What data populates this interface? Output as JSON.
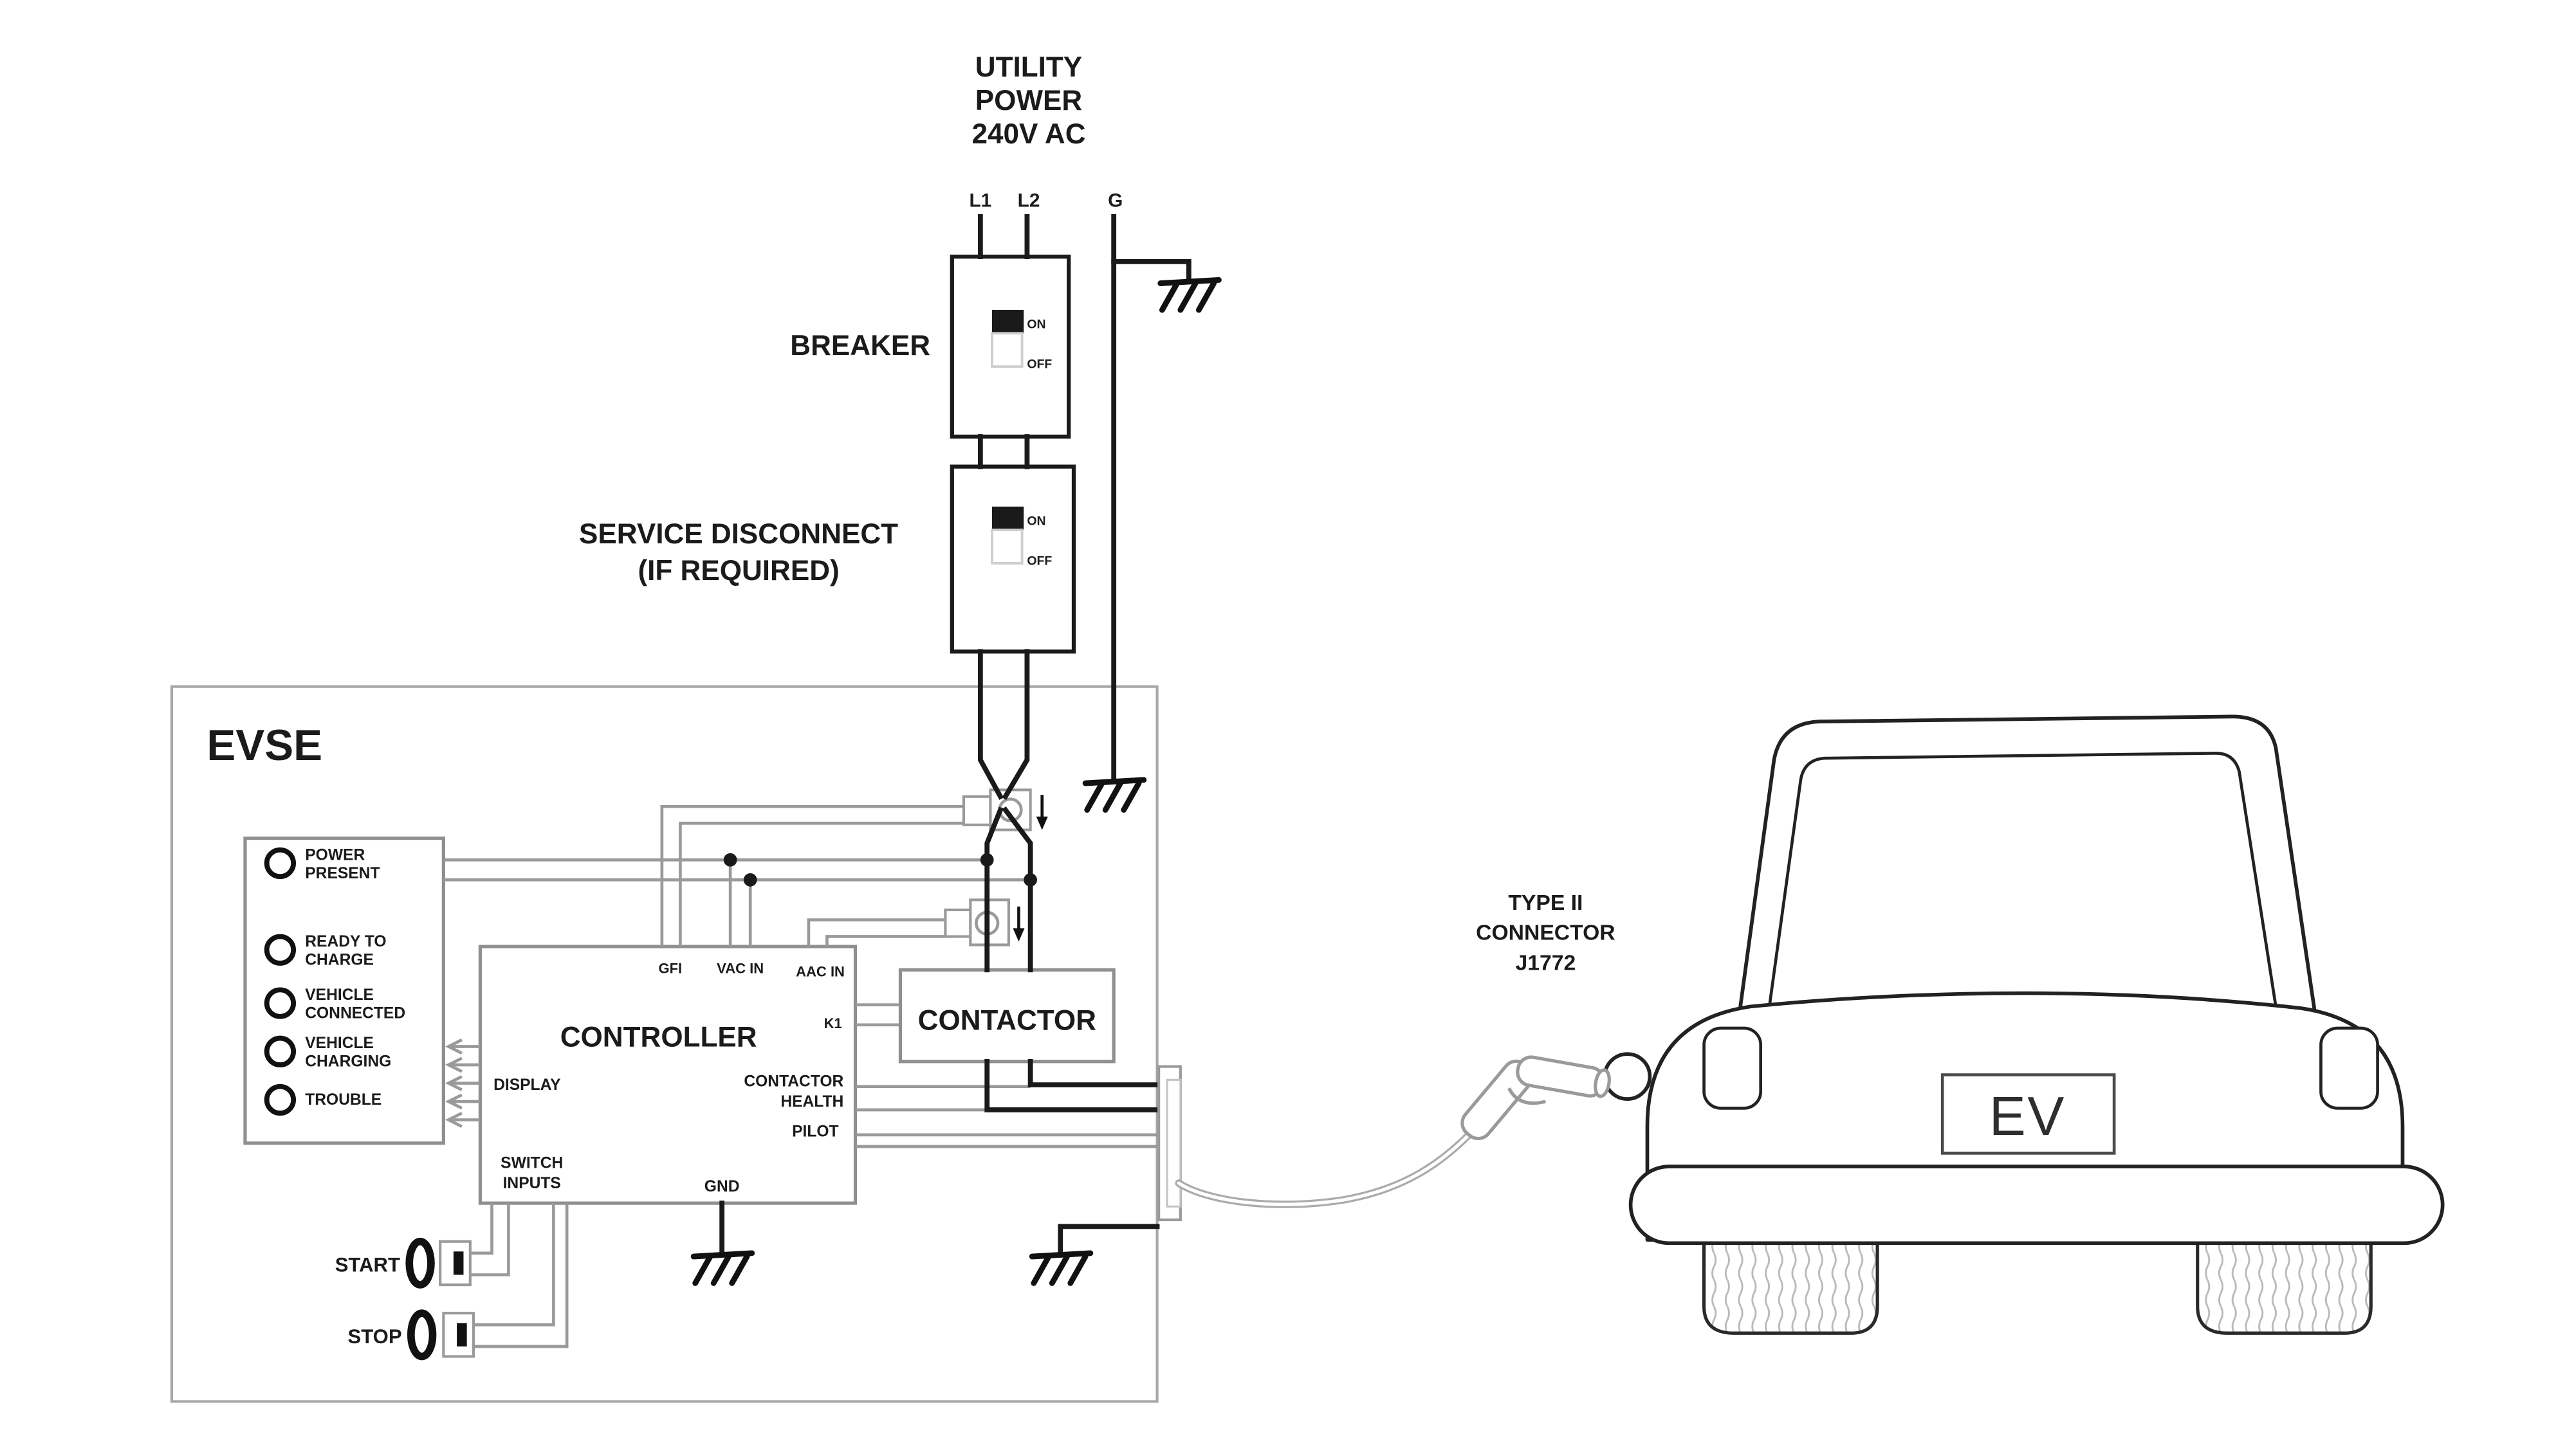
{
  "title_block": {
    "line1": "UTILITY",
    "line2": "POWER",
    "line3": "240V AC"
  },
  "terminals": {
    "l1": "L1",
    "l2": "L2",
    "ground": "G"
  },
  "breaker": {
    "label": "BREAKER",
    "on": "ON",
    "off": "OFF"
  },
  "disconnect": {
    "label_line1": "SERVICE DISCONNECT",
    "label_line2": "(IF REQUIRED)",
    "on": "ON",
    "off": "OFF"
  },
  "evse": {
    "label": "EVSE"
  },
  "status_leds": [
    {
      "line1": "POWER",
      "line2": "PRESENT"
    },
    {
      "line1": "READY TO",
      "line2": "CHARGE"
    },
    {
      "line1": "VEHICLE",
      "line2": "CONNECTED"
    },
    {
      "line1": "VEHICLE",
      "line2": "CHARGING"
    },
    {
      "line1": "TROUBLE",
      "line2": ""
    }
  ],
  "controller": {
    "label": "CONTROLLER",
    "gfi": "GFI",
    "vac_in": "VAC IN",
    "aac_in": "AAC IN",
    "k1": "K1",
    "display": "DISPLAY",
    "contactor_health_line1": "CONTACTOR",
    "contactor_health_line2": "HEALTH",
    "pilot": "PILOT",
    "switch_inputs_line1": "SWITCH",
    "switch_inputs_line2": "INPUTS",
    "gnd": "GND"
  },
  "contactor": {
    "label": "CONTACTOR"
  },
  "switches": {
    "start": "START",
    "stop": "STOP"
  },
  "connector_label": {
    "line1": "TYPE II",
    "line2": "CONNECTOR",
    "line3": "J1772"
  },
  "vehicle": {
    "plate": "EV"
  },
  "colors": {
    "power_wire": "#1a1a1a",
    "signal_wire": "#9a9a9a",
    "enclosure_border": "#a0a0a0",
    "text": "#1b1b1b",
    "background": "#ffffff"
  }
}
